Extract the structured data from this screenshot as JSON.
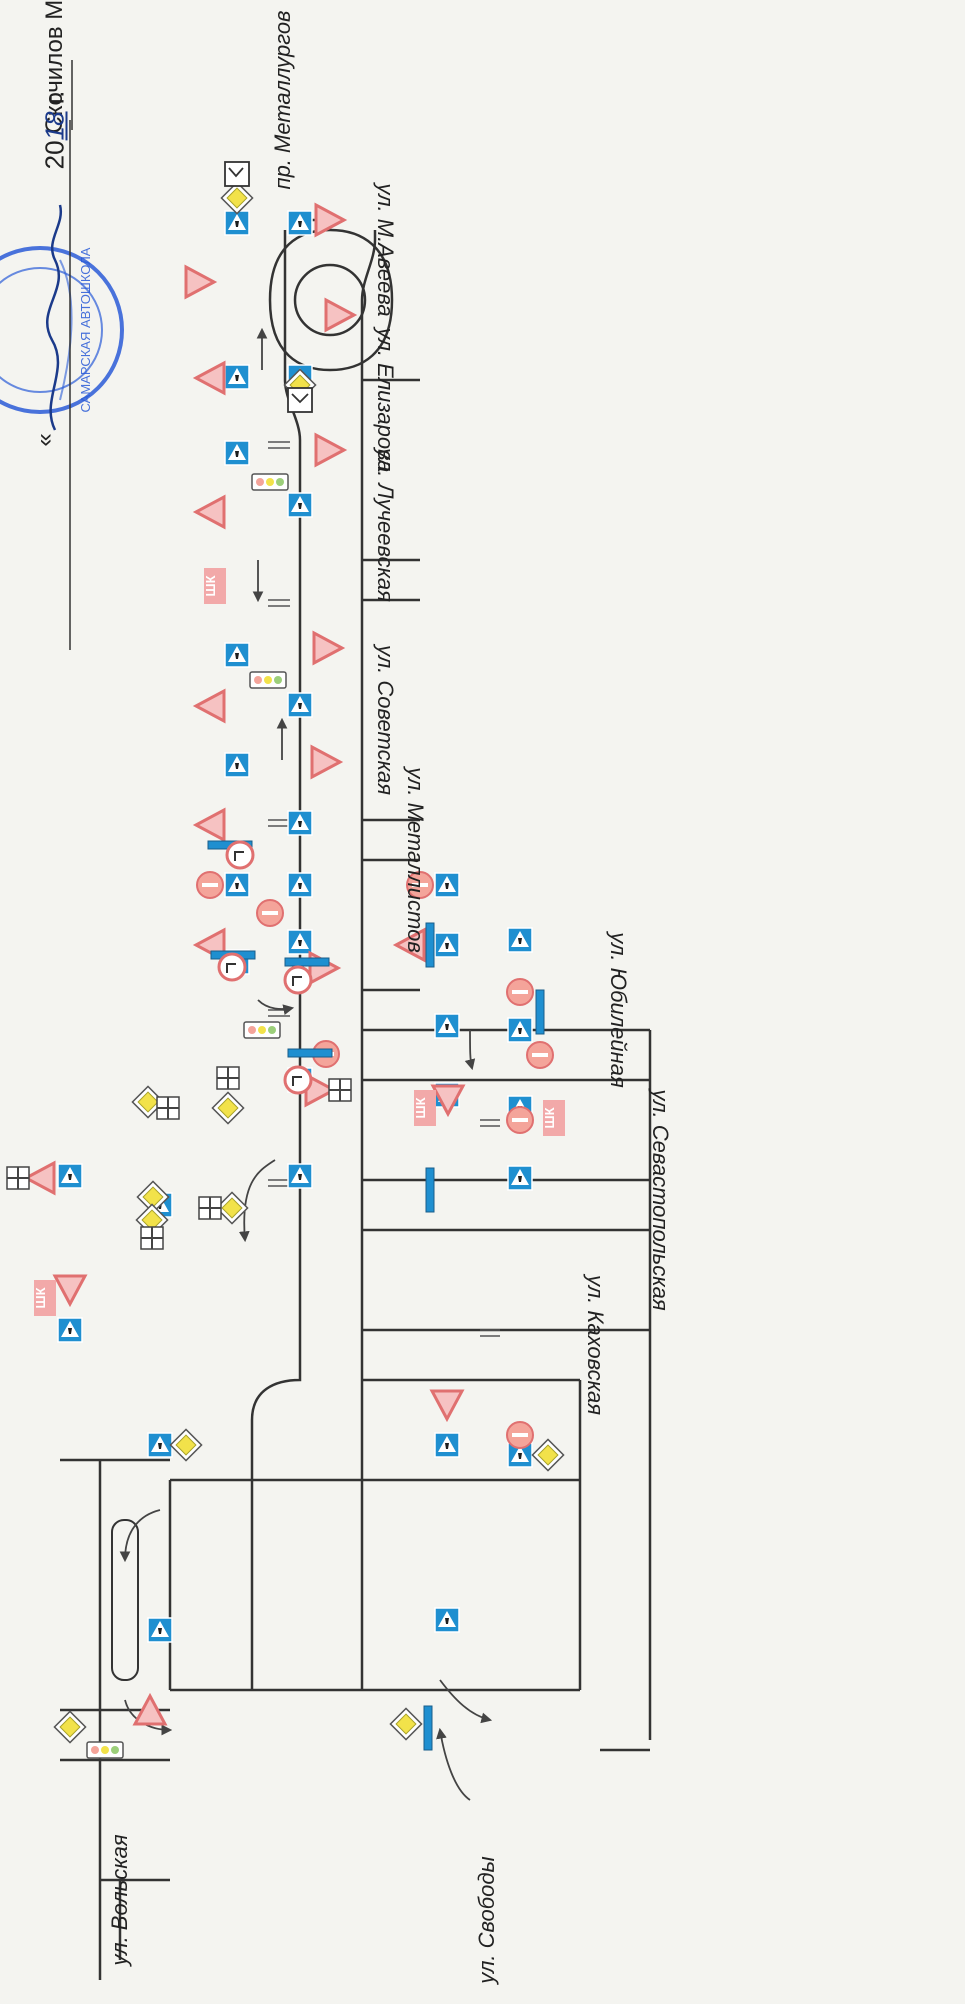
{
  "header": {
    "name": "Скочилов М.Г.",
    "year_prefix": "20",
    "year_suffix": "18",
    "year_unit": "г.",
    "quote_mark": "«",
    "stamp_text": "САМАРСКАЯ АВТОШКОЛА"
  },
  "streets": {
    "metallurgov": "пр. Металлургов",
    "m_aveeva": "ул. М.Авеева",
    "elizarova": "ул. Елизарова",
    "lucheeskaya": "ул. Лучеевская",
    "sovetskaya": "ул. Советская",
    "metallistov": "ул. Металлистов",
    "yubileynaya": "ул. Юбилейная",
    "sevastopolskaya": "ул. Севастопольская",
    "kakhovskaya": "ул. Каховская",
    "volskaya": "ул. Вольская",
    "svobody": "ул. Свободы"
  },
  "signs": {
    "school_zone": "ШК"
  },
  "colors": {
    "road_line": "#333333",
    "sign_blue": "#1f8fd0",
    "sign_red": "#e07070",
    "sign_pink_fill": "#f6c2c2",
    "priority_yellow": "#f2e24a",
    "stamp_blue": "#2a5bd7"
  }
}
